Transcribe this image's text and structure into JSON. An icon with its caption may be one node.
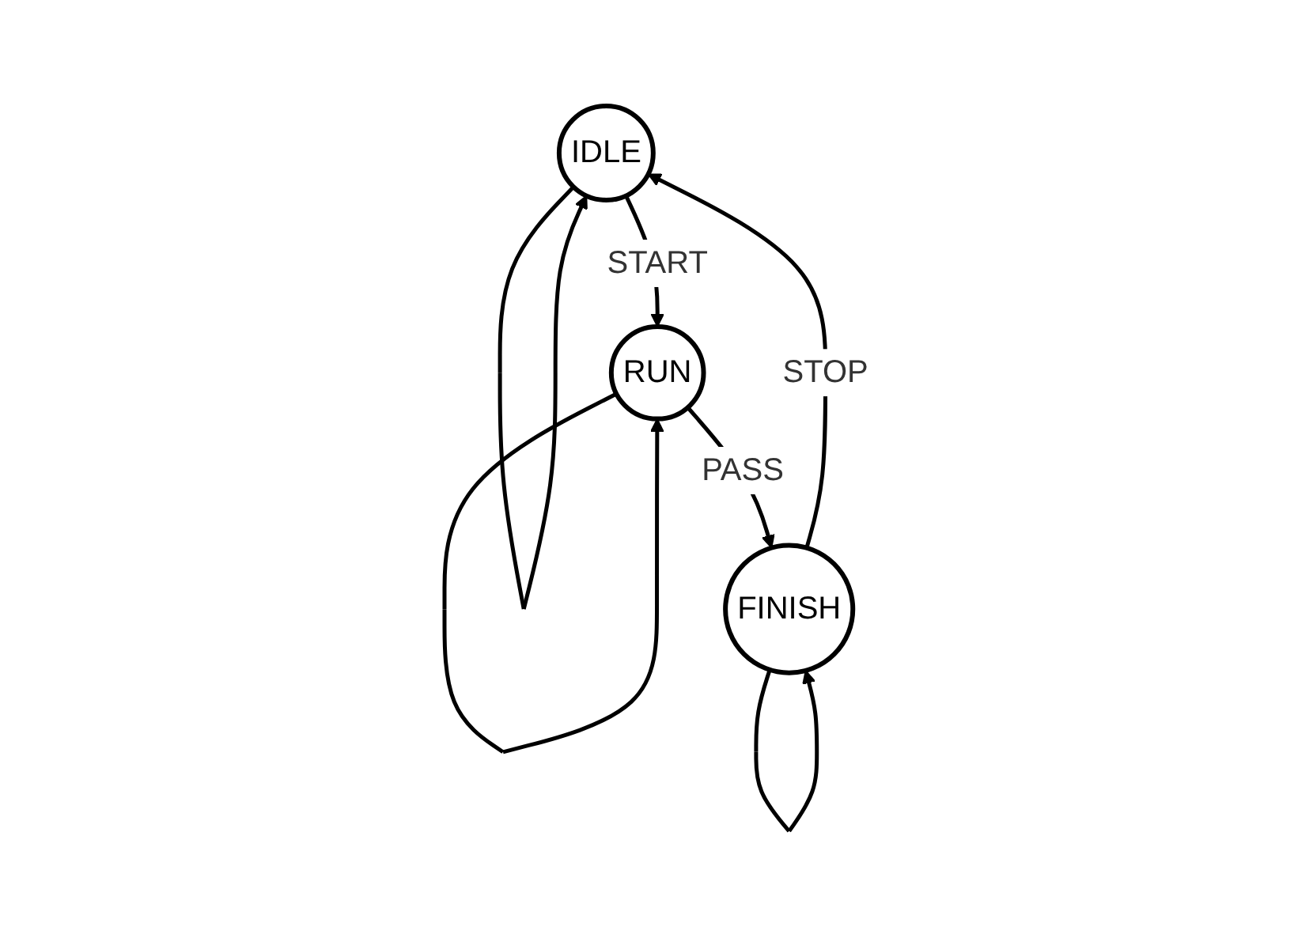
{
  "diagram": {
    "nodes": [
      {
        "text": [
          "IDLE"
        ]
      },
      {
        "text": [
          "RUN"
        ]
      },
      {
        "text": [
          "FINISH"
        ]
      }
    ],
    "edges": [
      {
        "from": 0,
        "to": 0,
        "arrow": "to"
      },
      {
        "from": 0,
        "to": 1,
        "label": "START",
        "arrow": "to"
      },
      {
        "from": 1,
        "to": 2,
        "label": "PASS",
        "arrow": "to"
      },
      {
        "from": 2,
        "to": 0,
        "label": "STOP",
        "arrow": "to"
      },
      {
        "from": 1,
        "to": 1,
        "arrow": "to"
      },
      {
        "from": 2,
        "to": 2,
        "arrow": "to"
      }
    ]
  }
}
